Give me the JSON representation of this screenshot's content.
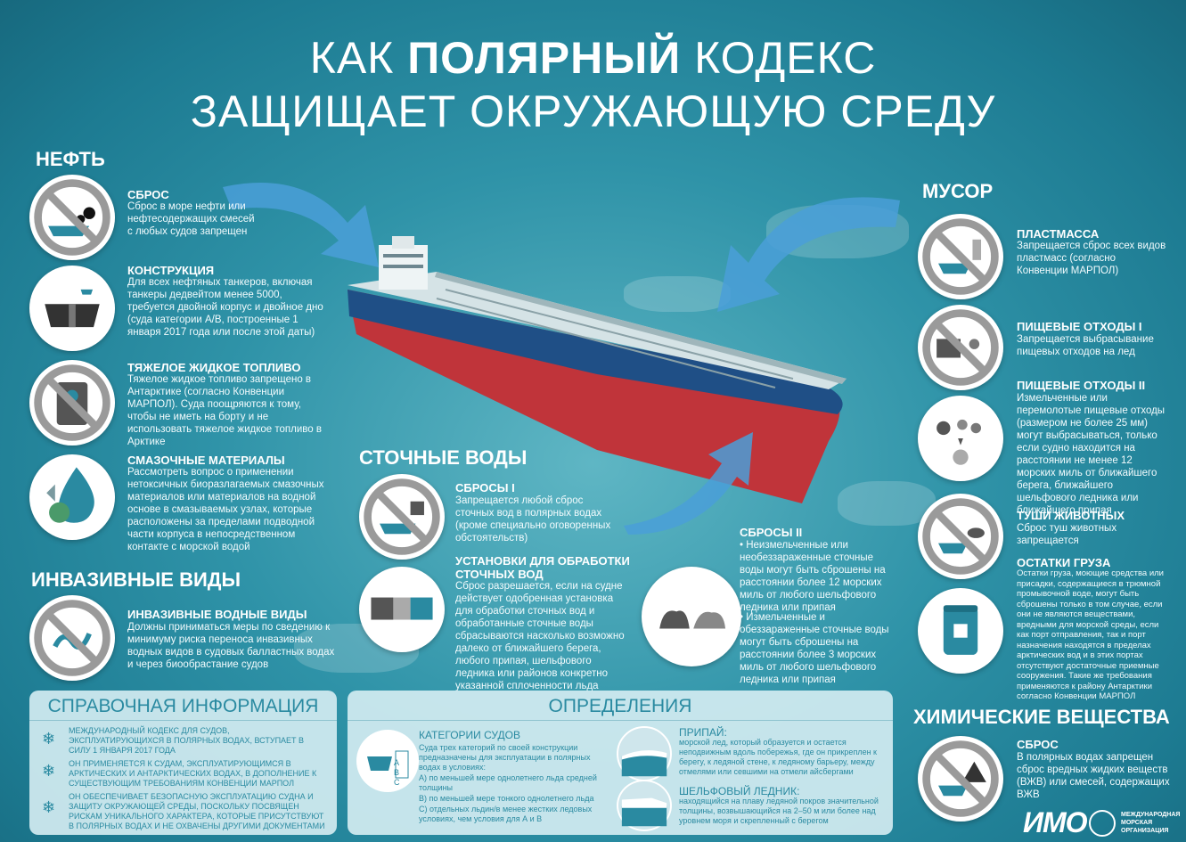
{
  "title": {
    "line1_a": "КАК",
    "line1_b": "ПОЛЯРНЫЙ",
    "line1_c": "КОДЕКС",
    "line2": "ЗАЩИЩАЕТ ОКРУЖАЮЩУЮ СРЕДУ"
  },
  "oil": {
    "heading": "НЕФТЬ",
    "items": [
      {
        "title": "СБРОС",
        "text": "Сброс в море нефти или нефтесодержащих смесей с любых судов запрещен",
        "icon": "no-oil-discharge-icon"
      },
      {
        "title": "КОНСТРУКЦИЯ",
        "text": "Для всех нефтяных танкеров, включая танкеры дедвейтом менее 5000, требуется двойной корпус и двойное дно (суда категории А/В, построенные 1 января 2017 года или после этой даты)",
        "icon": "double-hull-icon"
      },
      {
        "title": "ТЯЖЕЛОЕ ЖИДКОЕ ТОПЛИВО",
        "text": "Тяжелое жидкое топливо запрещено в Антарктике (согласно Конвенции МАРПОЛ). Суда поощряются к тому, чтобы не иметь на борту и не использовать тяжелое жидкое топливо в Арктике",
        "icon": "no-heavy-fuel-icon"
      },
      {
        "title": "СМАЗОЧНЫЕ МАТЕРИАЛЫ",
        "text": "Рассмотреть вопрос о применении нетоксичных биоразлагаемых смазочных материалов или материалов на водной основе в смазываемых узлах, которые расположены за пределами подводной части корпуса в непосредственном контакте с морской водой",
        "icon": "eco-lubricant-icon"
      }
    ]
  },
  "invasive": {
    "heading": "ИНВАЗИВНЫЕ ВИДЫ",
    "title": "ИНВАЗИВНЫЕ ВОДНЫЕ ВИДЫ",
    "text": "Должны приниматься меры по сведению к минимуму риска переноса инвазивных водных видов в судовых балластных водах и через биообрастание судов"
  },
  "sewage": {
    "heading": "СТОЧНЫЕ ВОДЫ",
    "s1_title": "СБРОСЫ I",
    "s1_text": "Запрещается любой сброс сточных вод в полярных водах (кроме специально оговоренных обстоятельств)",
    "plant_title": "УСТАНОВКИ ДЛЯ ОБРАБОТКИ СТОЧНЫХ ВОД",
    "plant_text": "Сброс разрешается, если на судне действует одобренная установка для обработки сточных вод и обработанные сточные воды сбрасываются насколько возможно далеко от ближайшего берега, любого припая, шельфового ледника или районов конкретно указанной сплоченности льда",
    "s2_title": "СБРОСЫ II",
    "s2_text1": "• Неизмельченные или необеззараженные сточные воды могут быть сброшены на расстоянии более 12 морских миль от любого шельфового ледника или припая",
    "s2_text2": "• Измельченные и обеззараженные сточные воды могут быть сброшены на расстоянии более 3 морских миль от любого шельфового ледника или припая"
  },
  "garbage": {
    "heading": "МУСОР",
    "items": [
      {
        "title": "ПЛАСТМАССА",
        "text": "Запрещается сброс всех видов пластмасс (согласно Конвенции МАРПОЛ)"
      },
      {
        "title": "ПИЩЕВЫЕ ОТХОДЫ I",
        "text": "Запрещается выбрасывание пищевых отходов на лед"
      },
      {
        "title": "ПИЩЕВЫЕ ОТХОДЫ II",
        "text": "Измельченные или перемолотые пищевые отходы (размером не более 25 мм) могут выбрасываться, только если судно находится на расстоянии не менее 12 морских миль от ближайшего берега, ближайшего шельфового ледника или ближайшего припая"
      },
      {
        "title": "ТУШИ ЖИВОТНЫХ",
        "text": "Сброс туш животных запрещается"
      },
      {
        "title": "ОСТАТКИ ГРУЗА",
        "text": "Остатки груза, моющие средства или присадки, содержащиеся в трюмной промывочной воде, могут быть сброшены только в том случае, если они не являются веществами, вредными для морской среды, если как порт отправления, так и порт назначения находятся в пределах арктических вод и в этих портах отсутствуют достаточные приемные сооружения. Такие же требования применяются к району Антарктики согласно Конвенции МАРПОЛ"
      }
    ]
  },
  "chemicals": {
    "heading": "ХИМИЧЕСКИЕ ВЕЩЕСТВА",
    "title": "СБРОС",
    "text": "В полярных водах запрещен сброс вредных жидких веществ (ВЖВ) или смесей, содержащих ВЖВ"
  },
  "info": {
    "heading": "СПРАВОЧНАЯ ИНФОРМАЦИЯ",
    "items": [
      "МЕЖДУНАРОДНЫЙ КОДЕКС ДЛЯ СУДОВ, ЭКСПЛУАТИРУЮЩИХСЯ В ПОЛЯРНЫХ ВОДАХ, ВСТУПАЕТ В СИЛУ 1 ЯНВАРЯ 2017 ГОДА",
      "ОН ПРИМЕНЯЕТСЯ К СУДАМ, ЭКСПЛУАТИРУЮЩИМСЯ В АРКТИЧЕСКИХ И АНТАРКТИЧЕСКИХ ВОДАХ, В ДОПОЛНЕНИЕ К СУЩЕСТВУЮЩИМ ТРЕБОВАНИЯМ КОНВЕНЦИИ МАРПОЛ",
      "ОН ОБЕСПЕЧИВАЕТ БЕЗОПАСНУЮ ЭКСПЛУАТАЦИЮ СУДНА И ЗАЩИТУ ОКРУЖАЮЩЕЙ СРЕДЫ, ПОСКОЛЬКУ ПОСВЯЩЕН РИСКАМ УНИКАЛЬНОГО ХАРАКТЕРА, КОТОРЫЕ ПРИСУТСТВУЮТ В ПОЛЯРНЫХ ВОДАХ И НЕ ОХВАЧЕНЫ ДРУГИМИ ДОКУМЕНТАМИ"
    ]
  },
  "definitions": {
    "heading": "ОПРЕДЕЛЕНИЯ",
    "cat_title": "КАТЕГОРИИ СУДОВ",
    "cat_text": "Суда трех категорий по своей конструкции предназначены для эксплуатации в полярных водах в условиях:",
    "cat_a": "А) по меньшей мере однолетнего льда средней толщины",
    "cat_b": "В) по меньшей мере тонкого однолетнего льда",
    "cat_c": "С) отдельных льдин/в менее жестких ледовых условиях, чем условия для А и В",
    "labels": [
      "A",
      "B",
      "C"
    ],
    "fast_title": "ПРИПАЙ:",
    "fast_text": "морской лед, который образуется и остается неподвижным вдоль побережья, где он прикреплен к берегу, к ледяной стене, к ледяному барьеру, между отмелями или севшими на отмели айсбергами",
    "shelf_title": "ШЕЛЬФОВЫЙ ЛЕДНИК:",
    "shelf_text": "находящийся на плаву ледяной покров значительной толщины, возвышающийся на 2–50 м или более над уровнем моря и скрепленный с берегом"
  },
  "logo": {
    "text": "ИМО",
    "caption": "МЕЖДУНАРОДНАЯ МОРСКАЯ ОРГАНИЗАЦИЯ"
  },
  "colors": {
    "ban_ring": "#9a9a9a",
    "ship_hull_red": "#c0343a",
    "ship_hull_blue": "#1f4f86",
    "arrow": "#4a9fd8"
  }
}
